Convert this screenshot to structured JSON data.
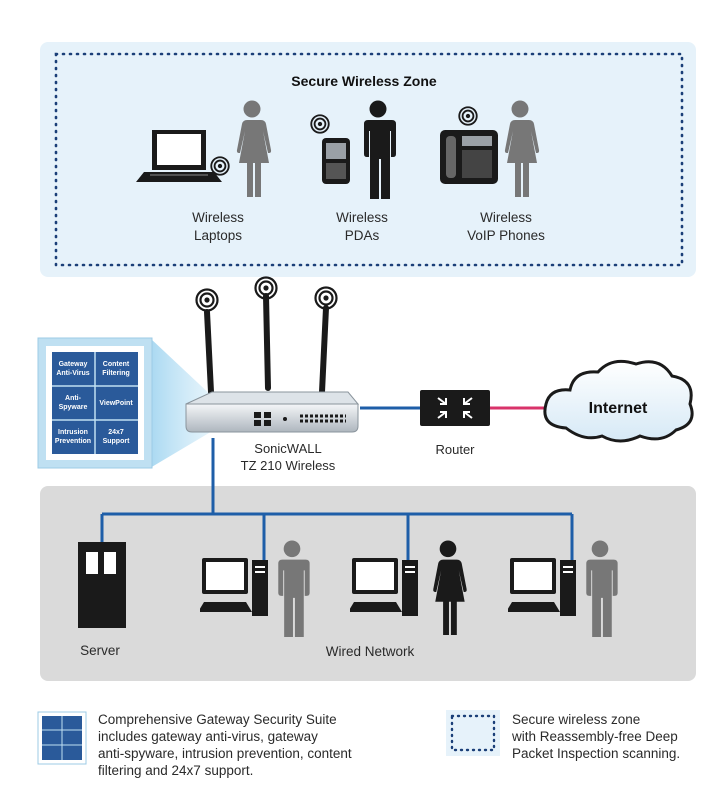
{
  "zones": {
    "wireless_title": "Secure Wireless Zone",
    "wired_label": "Wired Network"
  },
  "wireless_devices": [
    {
      "line1": "Wireless",
      "line2": "Laptops"
    },
    {
      "line1": "Wireless",
      "line2": "PDAs"
    },
    {
      "line1": "Wireless",
      "line2": "VoIP Phones"
    }
  ],
  "appliance": {
    "line1": "SonicWALL",
    "line2": "TZ 210 Wireless"
  },
  "router": {
    "label": "Router"
  },
  "internet": {
    "label": "Internet"
  },
  "server": {
    "label": "Server"
  },
  "security_suite": {
    "tiles": [
      {
        "line1": "Gateway",
        "line2": "Anti-Virus"
      },
      {
        "line1": "Content",
        "line2": "Filtering"
      },
      {
        "line1": "Anti-",
        "line2": "Spyware"
      },
      {
        "line1": "ViewPoint",
        "line2": ""
      },
      {
        "line1": "Intrusion",
        "line2": "Prevention"
      },
      {
        "line1": "24x7",
        "line2": "Support"
      }
    ]
  },
  "legend": {
    "suite_lines": [
      "Comprehensive Gateway Security Suite",
      "includes gateway anti-virus, gateway",
      "anti-spyware, intrusion prevention, content",
      "filtering and 24x7 support."
    ],
    "zone_lines": [
      "Secure wireless zone",
      "with Reassembly-free Deep",
      "Packet Inspection scanning."
    ]
  },
  "colors": {
    "wireless_zone_bg": "#e6f2fa",
    "wireless_zone_dots": "#1b3f78",
    "wired_zone_bg": "#dadada",
    "link": "#1e5ea8",
    "internet_link": "#d8336a",
    "figure": "#777777",
    "figure_dark": "#1a1a1a",
    "puzzle": "#2a5a9a"
  }
}
